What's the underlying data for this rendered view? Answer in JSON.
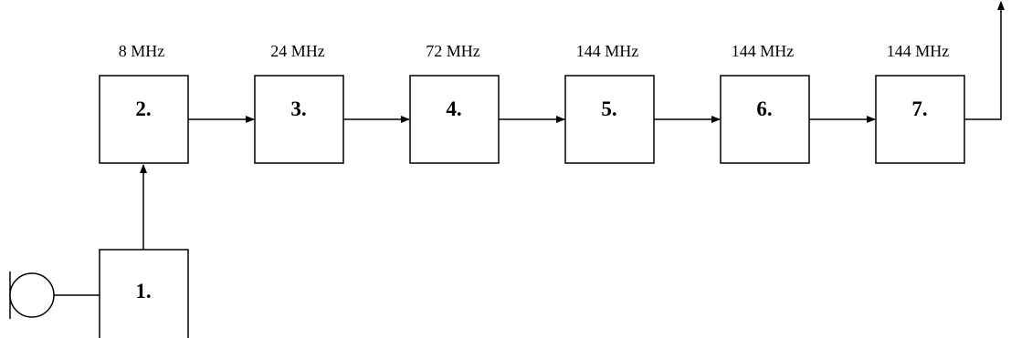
{
  "diagram": {
    "blocks": [
      {
        "id": "1",
        "label": "1."
      },
      {
        "id": "2",
        "label": "2.",
        "frequency": "8 MHz"
      },
      {
        "id": "3",
        "label": "3.",
        "frequency": "24 MHz"
      },
      {
        "id": "4",
        "label": "4.",
        "frequency": "72 MHz"
      },
      {
        "id": "5",
        "label": "5.",
        "frequency": "144 MHz"
      },
      {
        "id": "6",
        "label": "6.",
        "frequency": "144 MHz"
      },
      {
        "id": "7",
        "label": "7.",
        "frequency": "144 MHz"
      }
    ],
    "connections": [
      {
        "from": "1",
        "to": "2"
      },
      {
        "from": "2",
        "to": "3"
      },
      {
        "from": "3",
        "to": "4"
      },
      {
        "from": "4",
        "to": "5"
      },
      {
        "from": "5",
        "to": "6"
      },
      {
        "from": "6",
        "to": "7"
      },
      {
        "from": "7",
        "to": "output"
      }
    ],
    "input_symbol": "microphone"
  }
}
